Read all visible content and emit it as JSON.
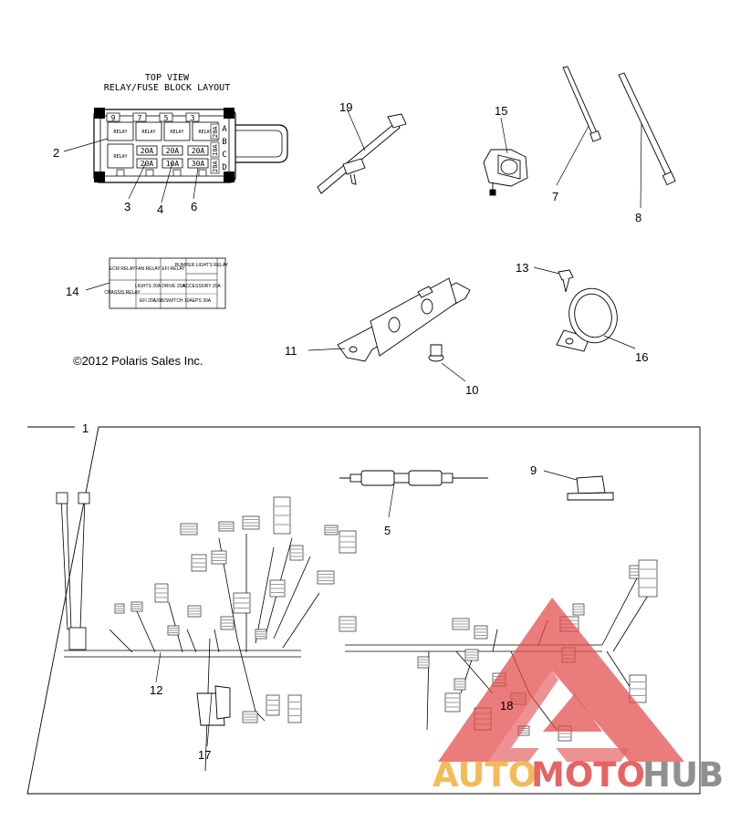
{
  "fuse_block": {
    "title_line1": "TOP VIEW",
    "title_line2": "RELAY/FUSE BLOCK LAYOUT",
    "slot_numbers": [
      "9",
      "7",
      "5",
      "3"
    ],
    "relay_label": "RELAY",
    "fuse_row1": [
      "20A",
      "20A",
      "20A"
    ],
    "fuse_row2": [
      "20A",
      "10A",
      "30A"
    ],
    "side_letters": [
      "A",
      "B",
      "C",
      "D"
    ],
    "side_ratings": [
      "20A",
      "10A",
      "20A"
    ]
  },
  "fuse_label": {
    "row1": [
      "ECM RELAY",
      "FAN RELAY",
      "EFI RELAY",
      "BUMPER LIGHTS RELAY"
    ],
    "row2": [
      "CHASSIS RELAY",
      "LIGHTS 20A",
      "DRIVE 20A",
      "ACCESSORY 20A"
    ],
    "row3": [
      "",
      "EFI 20A",
      "USB/SWITCH 10A",
      "EPS 30A"
    ]
  },
  "copyright": "©2012 Polaris Sales Inc.",
  "callouts": {
    "c1": "1",
    "c2": "2",
    "c3": "3",
    "c4": "4",
    "c5": "5",
    "c6": "6",
    "c7": "7",
    "c8": "8",
    "c9": "9",
    "c10": "10",
    "c11": "11",
    "c12": "12",
    "c13": "13",
    "c14": "14",
    "c15": "15",
    "c16": "16",
    "c17": "17",
    "c18": "18",
    "c19": "19"
  },
  "watermark": {
    "auto": "AUTO",
    "moto": "MOTO",
    "hub": "HUB"
  },
  "colors": {
    "watermark_red": "#e34a4a",
    "watermark_orange": "#f2b03c",
    "watermark_gray": "#7d7d7d"
  }
}
